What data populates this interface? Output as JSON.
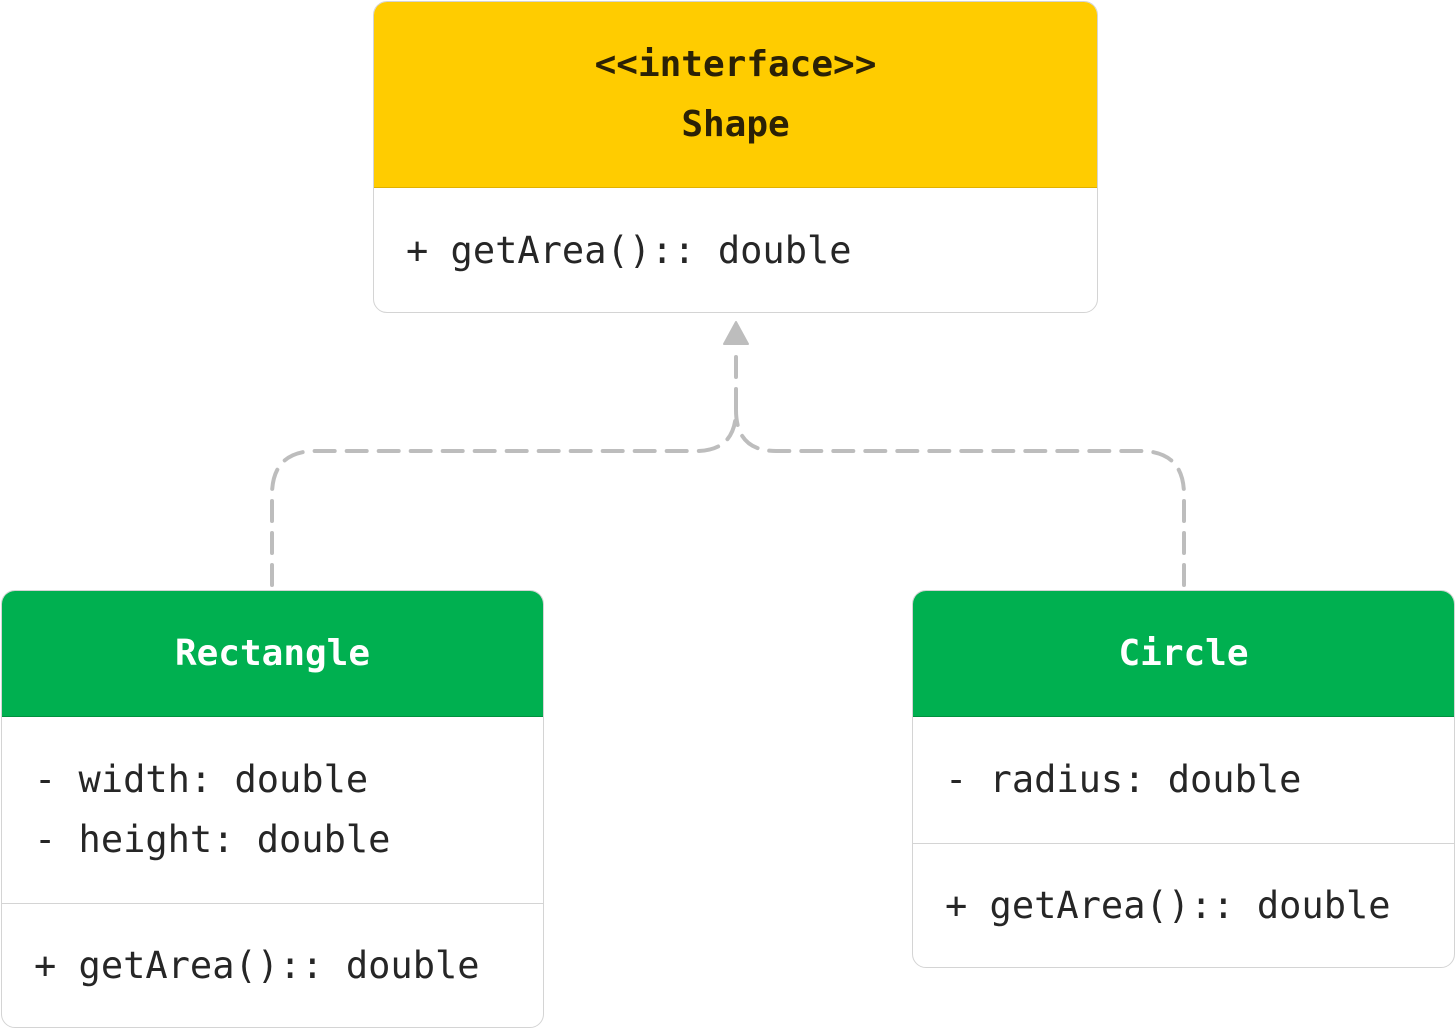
{
  "colors": {
    "interface_header": "#ffcc00",
    "class_header": "#00b050",
    "connector": "#bdbdbd",
    "border": "#d4d4d4"
  },
  "shape": {
    "stereotype": "<<interface>>",
    "name": "Shape",
    "methods": [
      "+ getArea():: double"
    ]
  },
  "rectangle": {
    "name": "Rectangle",
    "attributes": [
      "- width: double",
      "- height: double"
    ],
    "methods": [
      "+ getArea():: double"
    ]
  },
  "circle": {
    "name": "Circle",
    "attributes": [
      "- radius: double"
    ],
    "methods": [
      "+ getArea():: double"
    ]
  },
  "relationship": {
    "type": "realization",
    "from": [
      "Rectangle",
      "Circle"
    ],
    "to": "Shape"
  }
}
